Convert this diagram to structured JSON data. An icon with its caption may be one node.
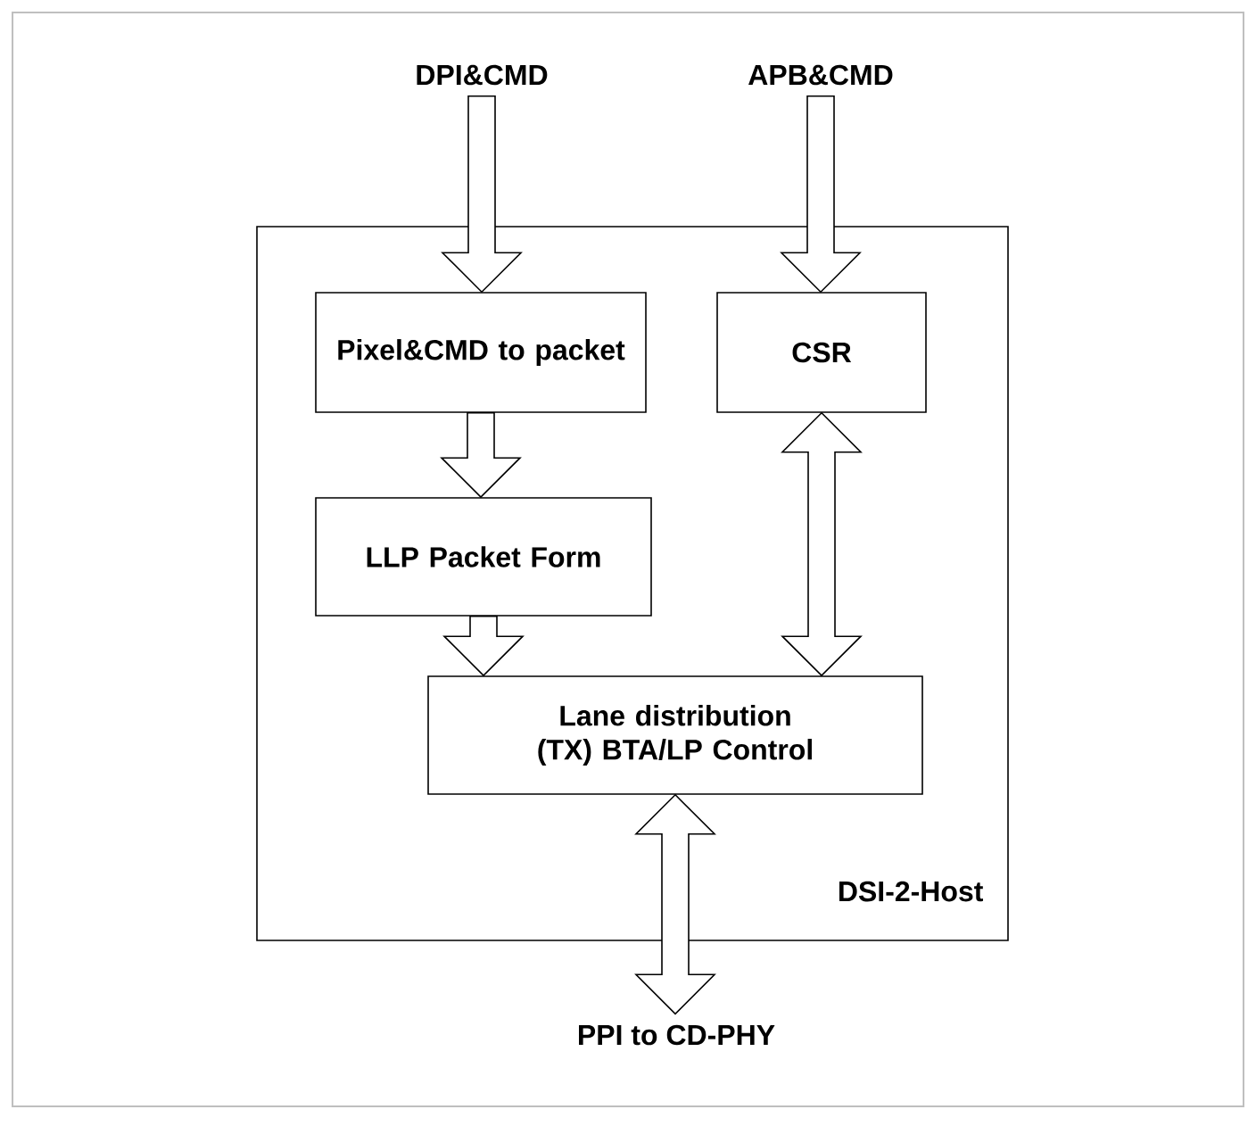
{
  "diagram": {
    "nodes": [
      {
        "text": [
          "DSI-2-Host"
        ]
      },
      {
        "text": [
          "Pixel&CMD to packet"
        ],
        "in": 0
      },
      {
        "text": [
          "CSR"
        ],
        "in": 0
      },
      {
        "text": [
          "LLP Packet Form"
        ],
        "in": 0
      },
      {
        "text": [
          "Lane distribution (TX) BTA/LP Control"
        ],
        "in": 0
      },
      {
        "text": [
          "DPI&CMD"
        ]
      },
      {
        "text": [
          "APB&CMD"
        ]
      },
      {
        "text": [
          "PPI to CD-PHY"
        ]
      }
    ],
    "edges": [
      {
        "from": 5,
        "to": 1,
        "arrow": "to"
      },
      {
        "from": 6,
        "to": 2,
        "arrow": "to"
      },
      {
        "from": 1,
        "to": 3,
        "arrow": "to"
      },
      {
        "from": 3,
        "to": 4,
        "arrow": "to"
      },
      {
        "from": 2,
        "to": 4,
        "arrow": "both"
      },
      {
        "from": 4,
        "to": 7,
        "arrow": "both"
      }
    ]
  }
}
